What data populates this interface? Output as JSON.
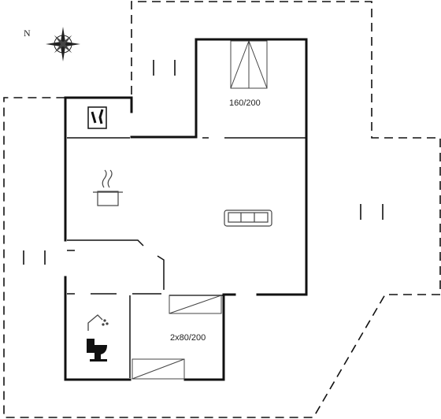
{
  "compass": {
    "north_label": "N",
    "icon": "compass-rose-icon"
  },
  "rooms": [
    {
      "id": "loft-bedroom",
      "bed_label": "160/200",
      "icon": "double-bed-icon"
    },
    {
      "id": "bedroom",
      "bed_label": "2x80/200",
      "icon": "twin-bed-icon"
    },
    {
      "id": "kitchen",
      "icon": "cooking-pot-icon"
    },
    {
      "id": "living-room",
      "icon": "sofa-icon"
    },
    {
      "id": "bathroom",
      "icons": [
        "shower-icon",
        "toilet-icon"
      ]
    },
    {
      "id": "utility",
      "icon": "tools-icon"
    }
  ],
  "colors": {
    "wall": "#111111",
    "dashed": "#111111",
    "fixture": "#444444"
  }
}
